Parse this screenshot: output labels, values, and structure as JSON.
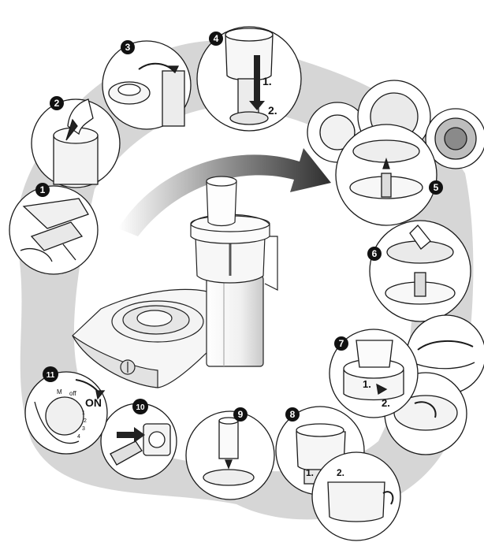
{
  "steps": [
    {
      "number": "1"
    },
    {
      "number": "2"
    },
    {
      "number": "3"
    },
    {
      "number": "4",
      "sub_labels": [
        "1.",
        "2."
      ]
    },
    {
      "number": "5"
    },
    {
      "number": "6"
    },
    {
      "number": "7",
      "sub_labels": [
        "1.",
        "2."
      ]
    },
    {
      "number": "8",
      "sub_labels": [
        "1.",
        "2."
      ]
    },
    {
      "number": "9"
    },
    {
      "number": "10"
    },
    {
      "number": "11",
      "switch_labels": {
        "on": "ON",
        "off": "off",
        "m": "M",
        "one": "1",
        "two": "2",
        "three": "3",
        "four": "4"
      }
    }
  ],
  "colors": {
    "band": "#d4d4d4",
    "badge": "#111111",
    "line": "#222222",
    "arrow": "#3a3a3a"
  }
}
